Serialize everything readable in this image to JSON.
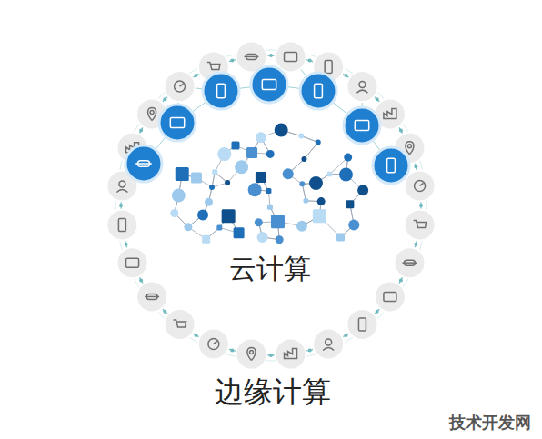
{
  "diagram": {
    "labels": [
      "云计算",
      "边缘计算",
      "技术开发网"
    ]
  }
}
